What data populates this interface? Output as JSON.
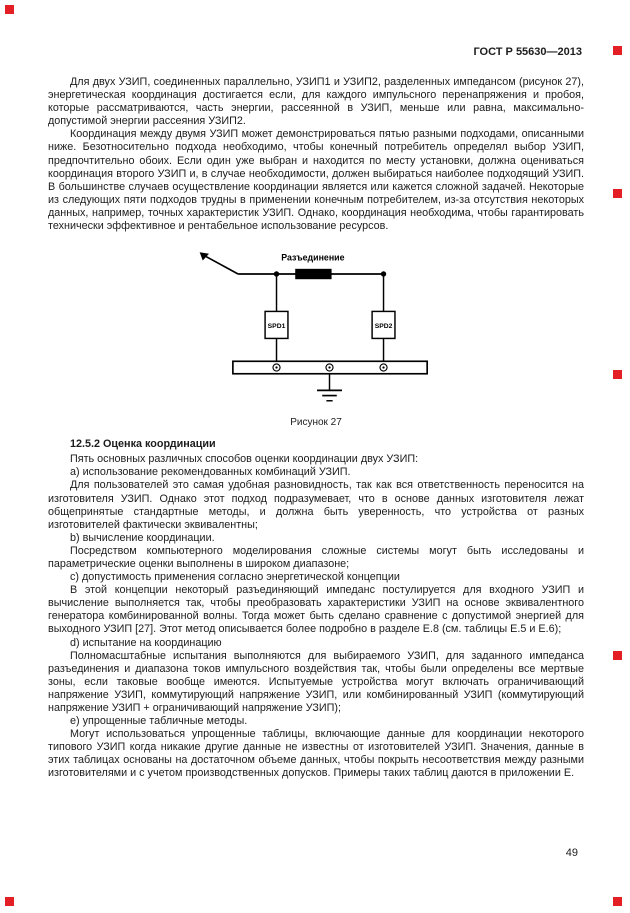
{
  "header": {
    "standard": "ГОСТ Р 55630—2013"
  },
  "body": {
    "p_intro1": "Для двух УЗИП, соединенных параллельно, УЗИП1 и УЗИП2, разделенных импедансом (рисунок 27), энергетическая координация достигается если, для каждого импульсного перенапряжения и пробоя, которые рассматриваются, часть энергии, рассеянной в УЗИП, меньше или равна, максимально-допустимой энергии рассеяния УЗИП2.",
    "p_intro2": "Координация между двумя УЗИП может демонстрироваться пятью разными подходами, описанными ниже. Безотносительно подхода необходимо, чтобы конечный потребитель определял выбор УЗИП, предпочтительно обоих. Если один уже выбран и находится по месту установки, должна оцениваться координация второго УЗИП и, в случае необходимости, должен выбираться наиболее подходящий УЗИП. В большинстве случаев осуществление координации является или кажется сложной задачей. Некоторые из следующих пяти подходов трудны в применении конечным потребителем, из-за отсутствия некоторых данных, например, точных характеристик УЗИП. Однако, координация необходима, чтобы гарантировать технически эффективное и рентабельное использование ресурсов.",
    "section_heading": "12.5.2 Оценка координации",
    "p_list_intro": "Пять основных различных способов оценки координации двух УЗИП:",
    "item_a": "а) использование рекомендованных комбинаций УЗИП.",
    "p_a": "Для пользователей это самая удобная разновидность, так как вся ответственность переносится на изготовителя УЗИП. Однако этот подход подразумевает, что в основе данных изготовителя лежат общепринятые стандартные  методы, и должна быть уверенность, что устройства от разных изготовителей фактически эквивалентны;",
    "item_b": "b) вычисление координации.",
    "p_b": "Посредством компьютерного моделирования сложные системы могут быть исследованы и параметрические оценки выполнены в широком диапазоне;",
    "item_c": "с) допустимость применения согласно энергетической концепции",
    "p_c": "В этой концепции некоторый разъединяющий импеданс постулируется для входного УЗИП и вычисление выполняется так, чтобы преобразовать характеристики УЗИП на основе эквивалентного генератора комбинированной волны. Тогда может быть сделано сравнение с допустимой энергией для выходного УЗИП [27]. Этот метод описывается более подробно в разделе Е.8 (см. таблицы Е.5 и Е.6);",
    "item_d": "d) испытание на координацию",
    "p_d": "Полномасштабные  испытания  выполняются  для  выбираемого УЗИП, для заданного импеданса разъединения и диапазона токов импульсного воздействия так, чтобы были определены все мертвые зоны, если таковые вообще имеются. Испытуемые  устройства  могут  включать  ограничивающий  напряжение УЗИП,  коммутирующий  напряжение УЗИП, или  комбинированный УЗИП (коммутирующий напряжение УЗИП + ограничивающий напряжение УЗИП);",
    "item_e": "е) упрощенные табличные методы.",
    "p_e": "Могут использоваться упрощенные таблицы, включающие данные для координации некоторого типового УЗИП когда никакие другие данные не известны от изготовителей УЗИП. Значения, данные в этих таблицах основаны на достаточном объеме данных, чтобы покрыть несоответствия между разными изготовителями и с учетом производственных допусков. Примеры таких таблиц даются в приложении Е."
  },
  "figure": {
    "impedance_label": "Разъединение",
    "spd1_label": "SPD1",
    "spd2_label": "SPD2",
    "caption": "Рисунок 27"
  },
  "footer": {
    "page_number": "49"
  },
  "colors": {
    "marker_red": "#e31e24",
    "text": "#1c1c1c",
    "page_bg": "#ffffff"
  }
}
